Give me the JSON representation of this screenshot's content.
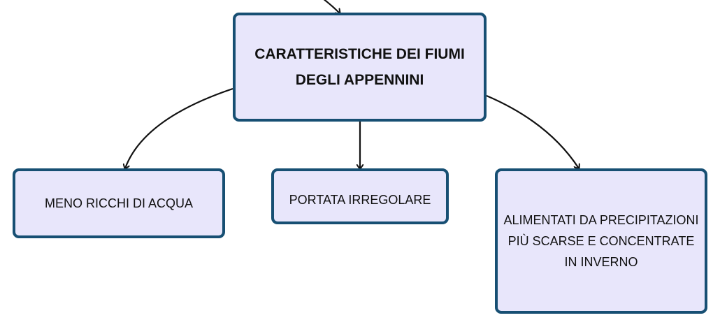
{
  "diagram": {
    "root": {
      "label": "CARATTERISTICHE DEI FIUMI DEGLI APPENNINI"
    },
    "children": [
      {
        "label": "MENO RICCHI DI ACQUA"
      },
      {
        "label": "PORTATA IRREGOLARE"
      },
      {
        "label": "ALIMENTATI DA PRECIPITAZIONI PIÙ SCARSE E CONCENTRATE IN INVERNO"
      }
    ],
    "colors": {
      "node_fill": "#e8e6fb",
      "node_border": "#174f73",
      "connector": "#111111"
    }
  }
}
